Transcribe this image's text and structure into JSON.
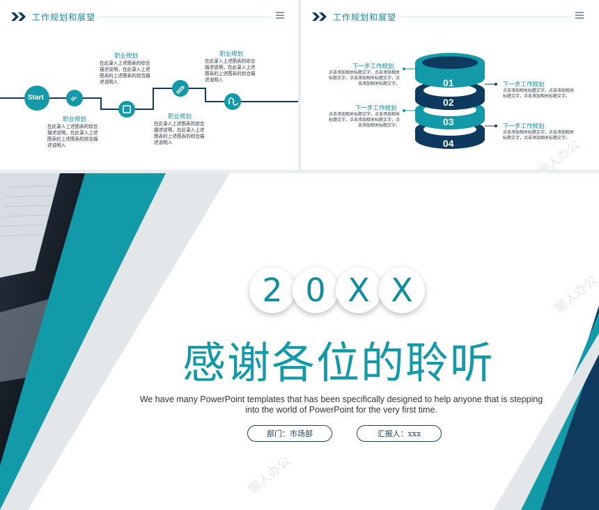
{
  "slide_a": {
    "title": "工作规划和展望",
    "start_label": "Start",
    "items": [
      {
        "heading": "职业规划",
        "body": "在此录入上述图表的综合描述说明，在此录入上述图表的上述图表的综合描述说明入"
      },
      {
        "heading": "职业规划",
        "body": "在此录入上述图表的综合描述说明，在此录入上述图表的上述图表的综合描述说明入"
      },
      {
        "heading": "职业规划",
        "body": "在此录入上述图表的综合描述说明，在此录入上述图表的上述图表的综合描述说明入"
      },
      {
        "heading": "职业规划",
        "body": "在此录入上述图表的综合描述说明，在此录入上述图表的上述图表的综合描述说明入"
      }
    ]
  },
  "slide_b": {
    "title": "工作规划和展望",
    "rings": [
      "01",
      "02",
      "03",
      "04"
    ],
    "left_items": [
      {
        "heading": "下一步工作规划",
        "body": "点击添加相关标题文字，点击添加相关标题文字，点击添加相关标题文字，点击添加相关标题文字。"
      },
      {
        "heading": "下一步工作规划",
        "body": "点击添加相关标题文字，点击添加相关标题文字，点击添加相关标题文字，点击添加相关标题文字。"
      }
    ],
    "right_items": [
      {
        "heading": "下一步工作规划",
        "body": "点击添加相关标题文字，点击添加相关标题文字，点击添加相关标题文字。"
      },
      {
        "heading": "下一步工作规划",
        "body": "点击添加相关标题文字，点击添加相关标题文字，点击添加相关标题文字。"
      }
    ]
  },
  "main": {
    "year_chars": [
      "2",
      "0",
      "X",
      "X"
    ],
    "title": "感谢各位的聆听",
    "subtitle": "We have many PowerPoint templates that has been specifically designed to help anyone that is stepping into the world of PowerPoint for the very first time.",
    "department": "部门：市场部",
    "reporter": "汇报人：xxx"
  },
  "watermark": "懒人办公",
  "colors": {
    "teal": "#129aa8",
    "navy": "#0d3a5e",
    "light_gray": "#e9ecef"
  }
}
